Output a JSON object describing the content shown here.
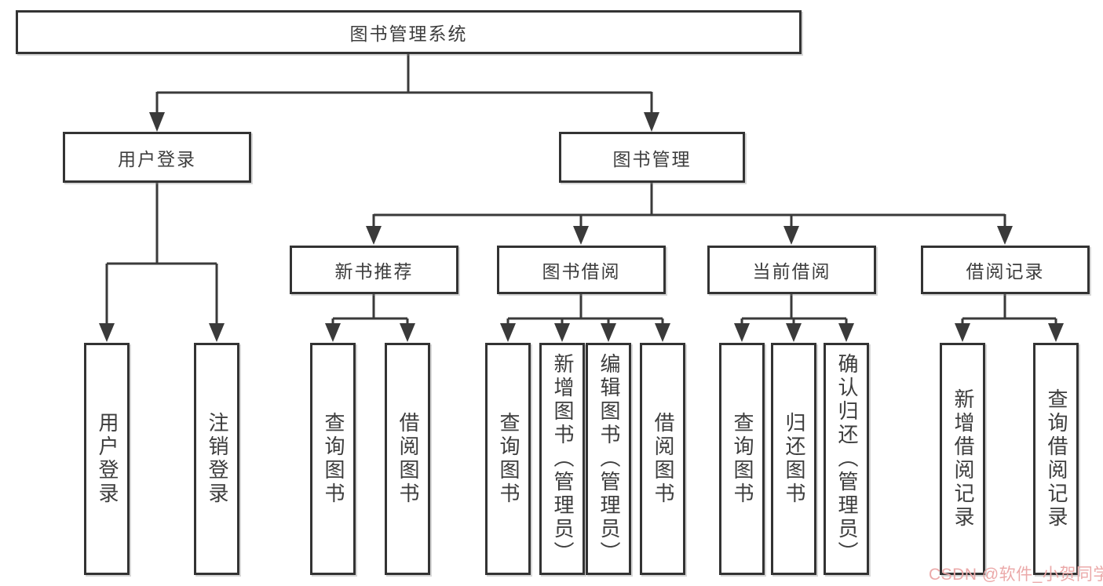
{
  "diagram": {
    "root": "图书管理系统",
    "level2": {
      "userLogin": "用户登录",
      "bookManagement": "图书管理"
    },
    "level3": {
      "newBookRecommend": "新书推荐",
      "bookBorrowing": "图书借阅",
      "currentBorrowing": "当前借阅",
      "borrowingRecords": "借阅记录"
    },
    "leaves": {
      "userLogin": "用户登录",
      "logout": "注销登录",
      "recQueryBooks": "查询图书",
      "recBorrowBooks": "借阅图书",
      "bbQueryBooks": "查询图书",
      "bbAddBooks": "新增图书（管理员）",
      "bbEditBooks": "编辑图书（管理员）",
      "bbBorrowBooks": "借阅图书",
      "cbQueryBooks": "查询图书",
      "cbReturnBooks": "归还图书",
      "cbConfirmReturn": "确认归还（管理员）",
      "brAddRecord": "新增借阅记录",
      "brQueryRecord": "查询借阅记录"
    }
  },
  "watermark": {
    "text": "CSDN @软件_小贺同学",
    "color": "#eba9a9"
  },
  "colors": {
    "line": "#3a3a3a",
    "border": "#333333",
    "text": "#3d3d3d",
    "background": "#ffffff"
  }
}
